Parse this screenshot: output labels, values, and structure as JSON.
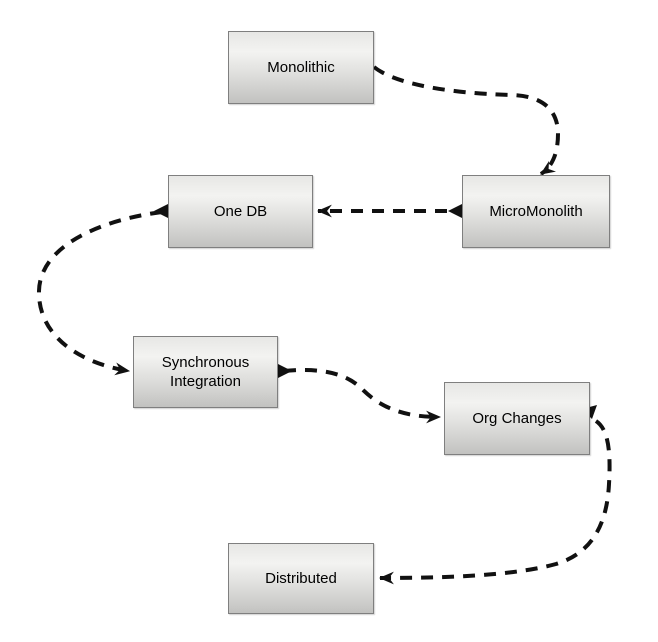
{
  "diagram": {
    "title": "",
    "colors": {
      "background": "#ffffff",
      "edge": "#111111",
      "node_border": "#7f7f7f",
      "node_fill_top": "#e7e7e5",
      "node_fill_bottom": "#c2c2c0",
      "text": "#000000"
    },
    "edge_style": "dashed-curved-arrow"
  },
  "nodes": [
    {
      "id": "monolithic",
      "label": "Monolithic"
    },
    {
      "id": "micromonolith",
      "label": "MicroMonolith"
    },
    {
      "id": "one-db",
      "label": "One DB"
    },
    {
      "id": "synchronous-integration",
      "label": "Synchronous Integration"
    },
    {
      "id": "org-changes",
      "label": "Org Changes"
    },
    {
      "id": "distributed",
      "label": "Distributed"
    }
  ],
  "edges": [
    {
      "from": "monolithic",
      "to": "micromonolith"
    },
    {
      "from": "micromonolith",
      "to": "one-db"
    },
    {
      "from": "one-db",
      "to": "synchronous-integration"
    },
    {
      "from": "synchronous-integration",
      "to": "org-changes"
    },
    {
      "from": "org-changes",
      "to": "distributed"
    }
  ]
}
